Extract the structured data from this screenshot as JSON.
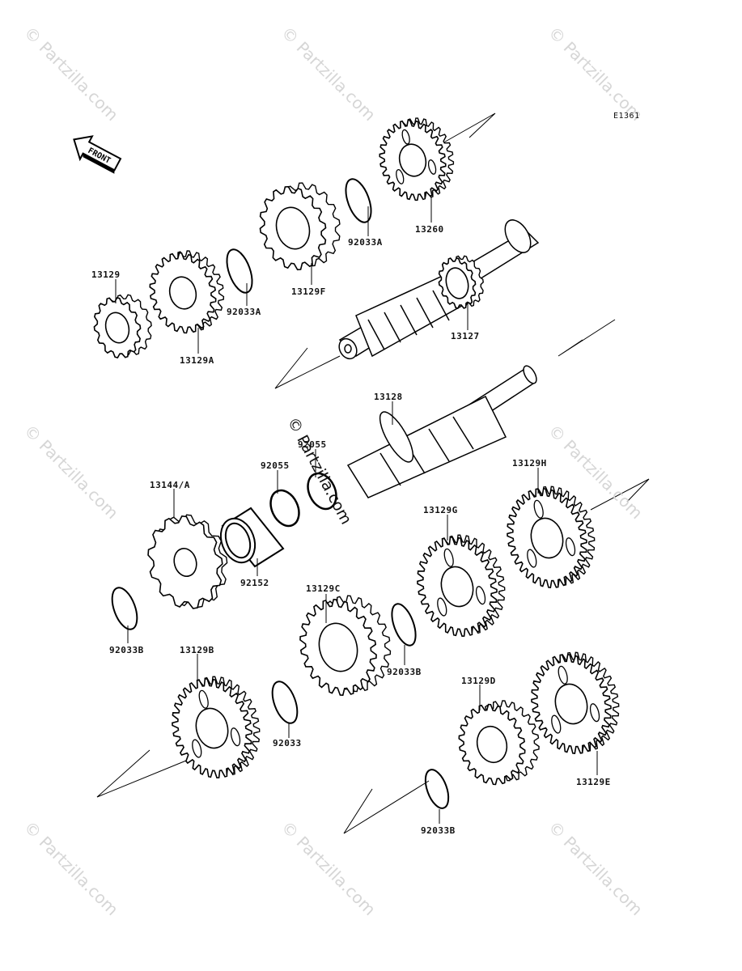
{
  "code": "E1361",
  "front_label": "FRONT",
  "center_watermark": "© Partzilla.com",
  "corner_watermark": "© Partzilla.com",
  "parts": [
    {
      "id": "p13260",
      "label": "13260"
    },
    {
      "id": "p92033A_top",
      "label": "92033A"
    },
    {
      "id": "p13129F",
      "label": "13129F"
    },
    {
      "id": "p92033A_mid",
      "label": "92033A"
    },
    {
      "id": "p13129",
      "label": "13129"
    },
    {
      "id": "p13129A",
      "label": "13129A"
    },
    {
      "id": "p13127",
      "label": "13127"
    },
    {
      "id": "p13128",
      "label": "13128"
    },
    {
      "id": "p92055a",
      "label": "92055"
    },
    {
      "id": "p92055b",
      "label": "92055"
    },
    {
      "id": "p13144A",
      "label": "13144/A"
    },
    {
      "id": "p92152",
      "label": "92152"
    },
    {
      "id": "p13129H",
      "label": "13129H"
    },
    {
      "id": "p13129G",
      "label": "13129G"
    },
    {
      "id": "p13129C",
      "label": "13129C"
    },
    {
      "id": "p92033B_l",
      "label": "92033B"
    },
    {
      "id": "p13129B",
      "label": "13129B"
    },
    {
      "id": "p92033B_m",
      "label": "92033B"
    },
    {
      "id": "p92033",
      "label": "92033"
    },
    {
      "id": "p13129D",
      "label": "13129D"
    },
    {
      "id": "p13129E",
      "label": "13129E"
    },
    {
      "id": "p92033B_b",
      "label": "92033B"
    }
  ]
}
